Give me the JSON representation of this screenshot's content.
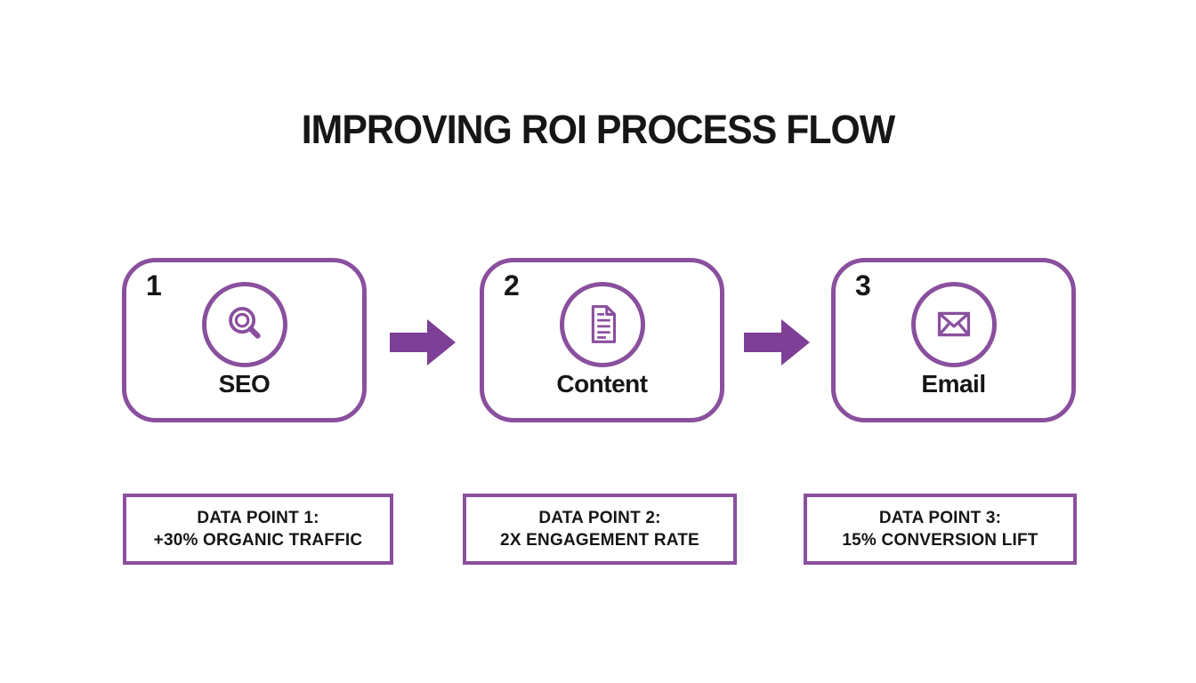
{
  "title": "IMPROVING ROI PROCESS FLOW",
  "colors": {
    "border_purple": "#8a4f9e",
    "arrow_purple": "#7e4096",
    "text": "#161616",
    "background": "#ffffff"
  },
  "steps": [
    {
      "number": "1",
      "label": "SEO",
      "icon": "magnifier-icon"
    },
    {
      "number": "2",
      "label": "Content",
      "icon": "document-icon"
    },
    {
      "number": "3",
      "label": "Email",
      "icon": "envelope-icon"
    }
  ],
  "arrows": [
    {
      "direction": "right"
    },
    {
      "direction": "right"
    }
  ],
  "data_points": [
    {
      "line1": "DATA POINT 1:",
      "line2": "+30% ORGANIC TRAFFIC"
    },
    {
      "line1": "DATA POINT 2:",
      "line2": "2X ENGAGEMENT RATE"
    },
    {
      "line1": "DATA POINT 3:",
      "line2": "15% CONVERSION LIFT"
    }
  ]
}
